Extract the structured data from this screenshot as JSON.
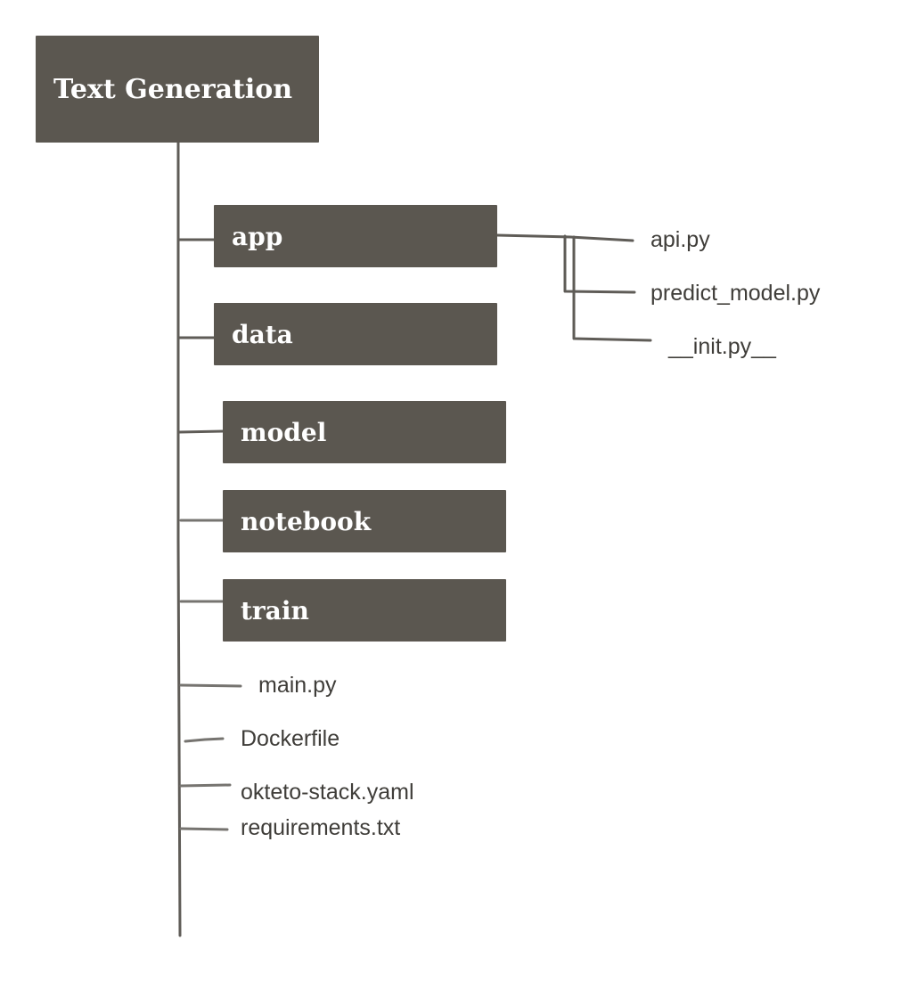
{
  "colors": {
    "box_fill": "#5b5750",
    "box_text": "#ffffff",
    "line": "#5f5c57",
    "file_text": "#3f3d39",
    "background": "#ffffff"
  },
  "root": {
    "label": "Text Generation"
  },
  "folders": {
    "app": "app",
    "data": "data",
    "model": "model",
    "notebook": "notebook",
    "train": "train"
  },
  "app_files": {
    "api": "api.py",
    "predict_model": "predict_model.py",
    "init": "__init.py__"
  },
  "root_files": {
    "main": "main.py",
    "dockerfile": "Dockerfile",
    "okteto_stack": "okteto-stack.yaml",
    "requirements": "requirements.txt"
  }
}
